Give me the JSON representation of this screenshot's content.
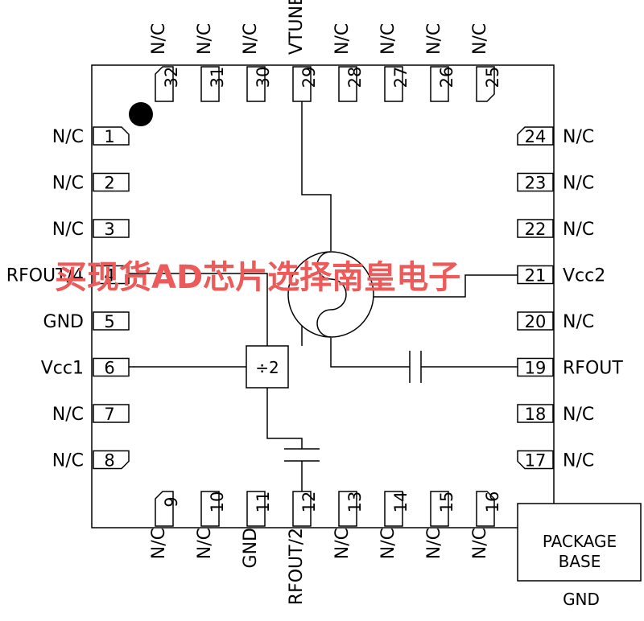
{
  "pins": [
    {
      "n": "1",
      "label": "N/C"
    },
    {
      "n": "2",
      "label": "N/C"
    },
    {
      "n": "3",
      "label": "N/C"
    },
    {
      "n": "4",
      "label": "RFOUT/4"
    },
    {
      "n": "5",
      "label": "GND"
    },
    {
      "n": "6",
      "label": "Vcc1"
    },
    {
      "n": "7",
      "label": "N/C"
    },
    {
      "n": "8",
      "label": "N/C"
    },
    {
      "n": "9",
      "label": "N/C"
    },
    {
      "n": "10",
      "label": "N/C"
    },
    {
      "n": "11",
      "label": "GND"
    },
    {
      "n": "12",
      "label": "RFOUT/2"
    },
    {
      "n": "13",
      "label": "N/C"
    },
    {
      "n": "14",
      "label": "N/C"
    },
    {
      "n": "15",
      "label": "N/C"
    },
    {
      "n": "16",
      "label": "N/C"
    },
    {
      "n": "17",
      "label": "N/C"
    },
    {
      "n": "18",
      "label": "N/C"
    },
    {
      "n": "19",
      "label": "RFOUT"
    },
    {
      "n": "20",
      "label": "N/C"
    },
    {
      "n": "21",
      "label": "Vcc2"
    },
    {
      "n": "22",
      "label": "N/C"
    },
    {
      "n": "23",
      "label": "N/C"
    },
    {
      "n": "24",
      "label": "N/C"
    },
    {
      "n": "25",
      "label": "N/C"
    },
    {
      "n": "26",
      "label": "N/C"
    },
    {
      "n": "27",
      "label": "N/C"
    },
    {
      "n": "28",
      "label": "N/C"
    },
    {
      "n": "29",
      "label": "VTUNE"
    },
    {
      "n": "30",
      "label": "N/C"
    },
    {
      "n": "31",
      "label": "N/C"
    },
    {
      "n": "32",
      "label": "N/C"
    }
  ],
  "divider_label": "÷2",
  "package_base": {
    "line1": "PACKAGE",
    "line2": "BASE",
    "pin_label": "GND"
  },
  "watermark": "买现货AD芯片选择南皇电子"
}
